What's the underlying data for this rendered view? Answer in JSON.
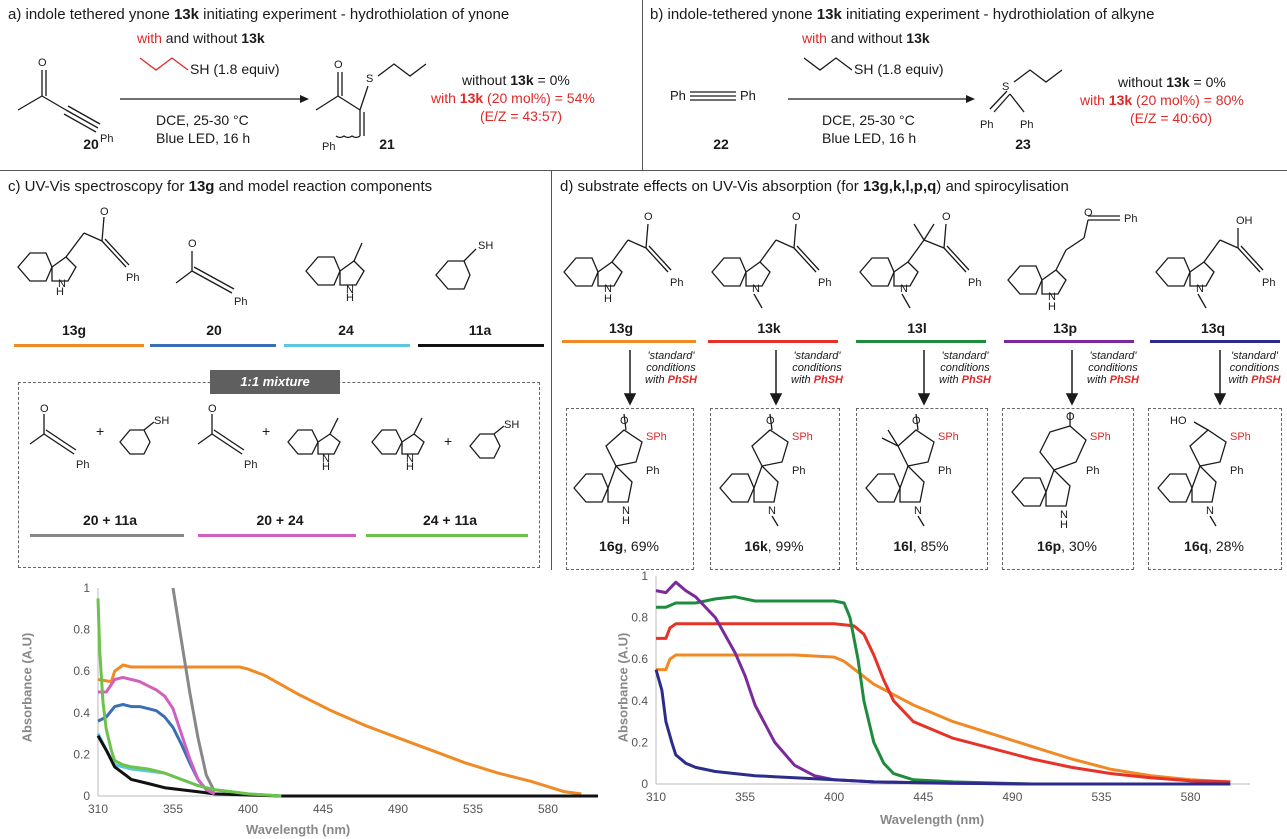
{
  "panel_a": {
    "heading_prefix": "a) indole tethered ynone ",
    "heading_bold": "13k",
    "heading_suffix": " initiating experiment - hydrothiolation of ynone",
    "reagent_with": "with",
    "reagent_mid": " and without ",
    "reagent_bold": "13k",
    "thiol": "SH (1.8 equiv)",
    "cond1": "DCE, 25-30 °C",
    "cond2": "Blue LED, 16 h",
    "sm_label": "20",
    "prod_label": "21",
    "res1_prefix": "without ",
    "res1_bold": "13k",
    "res1_suffix": " = 0%",
    "res2_prefix": "with ",
    "res2_bold": "13k",
    "res2_suffix": " (20 mol%) = 54%",
    "res3": "(E/Z  = 43:57)"
  },
  "panel_b": {
    "heading_prefix": "b) indole-tethered ynone ",
    "heading_bold": "13k",
    "heading_suffix": " initiating experiment - hydrothiolation of alkyne",
    "reagent_with": "with",
    "reagent_mid": " and without ",
    "reagent_bold": "13k",
    "thiol": "SH (1.8 equiv)",
    "cond1": "DCE, 25-30 °C",
    "cond2": "Blue LED, 16 h",
    "sm_label": "22",
    "prod_label": "23",
    "res1_prefix": "without ",
    "res1_bold": "13k",
    "res1_suffix": " = 0%",
    "res2_prefix": "with ",
    "res2_bold": "13k",
    "res2_suffix": " (20 mol%) = 80%",
    "res3": "(E/Z  = 40:60)"
  },
  "panel_c": {
    "heading_prefix": "c) UV-Vis spectroscopy for ",
    "heading_bold": "13g",
    "heading_suffix": " and model reaction components",
    "compounds": [
      "13g",
      "20",
      "24",
      "11a"
    ],
    "mixture_badge": "1:1 mixture",
    "mixtures": [
      "20 + 11a",
      "20 + 24",
      "24 + 11a"
    ]
  },
  "panel_d": {
    "heading_prefix": "d) substrate effects on UV-Vis absorption (for ",
    "heading_bold": "13g,k,l,p,q",
    "heading_suffix": ") and spirocylisation",
    "substrates": [
      "13g",
      "13k",
      "13l",
      "13p",
      "13q"
    ],
    "cond_line1": "'standard'",
    "cond_line2": "conditions",
    "cond_line3": "with ",
    "cond_phsh": "PhSH",
    "products": [
      {
        "label": "16g",
        "yield": ", 69%"
      },
      {
        "label": "16k",
        "yield": ", 99%"
      },
      {
        "label": "16l",
        "yield": ", 85%"
      },
      {
        "label": "16p",
        "yield": ", 30%"
      },
      {
        "label": "16q",
        "yield": ", 28%"
      }
    ]
  },
  "atoms": {
    "O": "O",
    "S": "S",
    "SH": "SH",
    "Ph": "Ph",
    "H": "H",
    "NH": "N",
    "OH": "OH",
    "HO": "HO",
    "SPh": "SPh",
    "plus": "+"
  },
  "colors": {
    "13g": "#f08a24",
    "13k": "#e63228",
    "13l": "#1e8c3c",
    "13p": "#7a2a9a",
    "13q": "#2c2c8c",
    "20": "#3a6fb5",
    "24": "#5bc8e0",
    "11a": "#111111",
    "20+11a": "#888888",
    "20+24": "#d060c0",
    "24+11a": "#6cc24a"
  },
  "chart_data": [
    {
      "type": "line",
      "xlabel": "Wavelength (nm)",
      "ylabel": "Absorbance (A.U)",
      "xlim": [
        310,
        610
      ],
      "ylim": [
        0,
        1
      ],
      "xticks": [
        310,
        355,
        400,
        445,
        490,
        535,
        580
      ],
      "yticks": [
        0,
        0.2,
        0.4,
        0.6,
        0.8,
        1
      ],
      "ytick_labels": [
        "0",
        "0.2",
        "0.4",
        "0.6",
        "0.8",
        "1"
      ],
      "series": [
        {
          "name": "13g",
          "color": "#f08a24",
          "x": [
            310,
            318,
            320,
            325,
            330,
            350,
            380,
            395,
            400,
            410,
            430,
            450,
            470,
            490,
            510,
            530,
            550,
            570,
            590,
            600
          ],
          "y": [
            0.56,
            0.55,
            0.6,
            0.63,
            0.62,
            0.62,
            0.62,
            0.62,
            0.61,
            0.58,
            0.49,
            0.41,
            0.34,
            0.28,
            0.22,
            0.16,
            0.11,
            0.07,
            0.02,
            0.01
          ]
        },
        {
          "name": "20",
          "color": "#3a6fb5",
          "x": [
            310,
            315,
            320,
            325,
            330,
            335,
            340,
            345,
            350,
            355,
            360,
            365,
            370,
            375,
            380
          ],
          "y": [
            0.36,
            0.38,
            0.43,
            0.44,
            0.43,
            0.43,
            0.42,
            0.41,
            0.38,
            0.33,
            0.25,
            0.16,
            0.08,
            0.03,
            0.01
          ]
        },
        {
          "name": "24",
          "color": "#5bc8e0",
          "x": [
            310,
            315,
            320,
            330,
            340,
            350,
            360,
            370,
            380,
            390,
            400,
            420
          ],
          "y": [
            0.3,
            0.22,
            0.15,
            0.13,
            0.12,
            0.11,
            0.08,
            0.05,
            0.03,
            0.02,
            0.01,
            0.0
          ]
        },
        {
          "name": "11a",
          "color": "#111111",
          "x": [
            310,
            315,
            320,
            330,
            340,
            350,
            360,
            370,
            380,
            400,
            420,
            450,
            500,
            610
          ],
          "y": [
            0.29,
            0.22,
            0.14,
            0.08,
            0.06,
            0.04,
            0.03,
            0.02,
            0.01,
            0.005,
            0.0,
            0.0,
            0.0,
            0.0
          ]
        },
        {
          "name": "20 + 11a",
          "color": "#888888",
          "x": [
            355,
            360,
            365,
            370,
            375,
            380
          ],
          "y": [
            1.0,
            0.75,
            0.5,
            0.28,
            0.1,
            0.02
          ]
        },
        {
          "name": "20 + 24",
          "color": "#d060c0",
          "x": [
            310,
            315,
            320,
            325,
            330,
            335,
            340,
            345,
            350,
            355,
            360,
            365,
            370,
            375,
            380
          ],
          "y": [
            0.5,
            0.5,
            0.56,
            0.57,
            0.56,
            0.55,
            0.53,
            0.51,
            0.48,
            0.42,
            0.3,
            0.18,
            0.08,
            0.03,
            0.01
          ]
        },
        {
          "name": "24 + 11a",
          "color": "#6cc24a",
          "x": [
            310,
            311,
            313,
            315,
            318,
            320,
            325,
            330,
            340,
            350,
            360,
            370,
            380,
            390,
            400,
            420
          ],
          "y": [
            0.95,
            0.7,
            0.45,
            0.32,
            0.22,
            0.17,
            0.15,
            0.14,
            0.13,
            0.11,
            0.08,
            0.05,
            0.03,
            0.02,
            0.01,
            0.0
          ]
        }
      ]
    },
    {
      "type": "line",
      "xlabel": "Wavelength (nm)",
      "ylabel": "Absorbance (A.U)",
      "xlim": [
        310,
        610
      ],
      "ylim": [
        0,
        1
      ],
      "xticks": [
        310,
        355,
        400,
        445,
        490,
        535,
        580
      ],
      "yticks": [
        0,
        0.2,
        0.4,
        0.6,
        0.8,
        1
      ],
      "ytick_labels": [
        "0",
        "0.2",
        "0.4",
        "0.6",
        "0.8",
        "1"
      ],
      "series": [
        {
          "name": "13g",
          "color": "#f08a24",
          "x": [
            310,
            315,
            317,
            320,
            330,
            350,
            380,
            400,
            405,
            420,
            440,
            460,
            480,
            500,
            520,
            540,
            560,
            580,
            600
          ],
          "y": [
            0.55,
            0.55,
            0.6,
            0.62,
            0.62,
            0.62,
            0.62,
            0.61,
            0.59,
            0.48,
            0.38,
            0.3,
            0.24,
            0.18,
            0.12,
            0.07,
            0.04,
            0.02,
            0.01
          ]
        },
        {
          "name": "13k",
          "color": "#e63228",
          "x": [
            310,
            315,
            317,
            320,
            340,
            380,
            400,
            410,
            415,
            420,
            425,
            430,
            440,
            460,
            480,
            500,
            520,
            540,
            560,
            580,
            600
          ],
          "y": [
            0.7,
            0.7,
            0.75,
            0.77,
            0.77,
            0.77,
            0.77,
            0.76,
            0.72,
            0.62,
            0.5,
            0.4,
            0.3,
            0.22,
            0.17,
            0.12,
            0.08,
            0.05,
            0.03,
            0.015,
            0.01
          ]
        },
        {
          "name": "13l",
          "color": "#1e8c3c",
          "x": [
            310,
            315,
            320,
            330,
            340,
            350,
            360,
            380,
            400,
            405,
            408,
            412,
            415,
            420,
            425,
            430,
            440,
            460,
            500,
            600
          ],
          "y": [
            0.85,
            0.85,
            0.87,
            0.87,
            0.89,
            0.9,
            0.88,
            0.88,
            0.88,
            0.87,
            0.8,
            0.6,
            0.4,
            0.2,
            0.1,
            0.05,
            0.02,
            0.01,
            0.0,
            0.0
          ]
        },
        {
          "name": "13p",
          "color": "#7a2a9a",
          "x": [
            310,
            315,
            320,
            325,
            330,
            340,
            350,
            355,
            360,
            370,
            380,
            390,
            400,
            420,
            450,
            500,
            600
          ],
          "y": [
            0.93,
            0.92,
            0.97,
            0.93,
            0.9,
            0.8,
            0.63,
            0.52,
            0.38,
            0.2,
            0.09,
            0.04,
            0.02,
            0.01,
            0.005,
            0.0,
            0.0
          ]
        },
        {
          "name": "13q",
          "color": "#2c2c8c",
          "x": [
            310,
            313,
            315,
            318,
            320,
            325,
            330,
            340,
            350,
            360,
            370,
            380,
            400,
            420,
            450,
            500,
            600
          ],
          "y": [
            0.55,
            0.45,
            0.3,
            0.2,
            0.14,
            0.1,
            0.08,
            0.06,
            0.05,
            0.04,
            0.035,
            0.03,
            0.02,
            0.01,
            0.005,
            0.0,
            0.0
          ]
        }
      ]
    }
  ]
}
